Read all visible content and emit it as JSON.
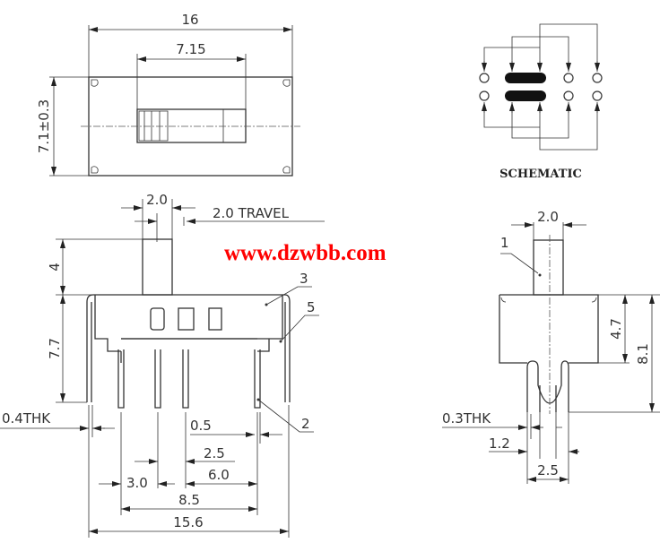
{
  "top_view": {
    "width": "16",
    "slot_width": "7.15",
    "height": "7.1±0.3"
  },
  "schematic": {
    "label": "SCHEMATIC"
  },
  "side_view": {
    "actuator_width": "2.0",
    "travel": "2.0 TRAVEL",
    "actuator_height": "4",
    "body_height": "7.7",
    "thickness": "0.4THK",
    "pin_width": "0.5",
    "pitch": "2.5",
    "offset": "3.0",
    "spacing": "6.0",
    "pin_span": "8.5",
    "overall": "15.6",
    "callouts": [
      "3",
      "5",
      "2"
    ]
  },
  "end_view": {
    "actuator_width": "2.0",
    "callout": "1",
    "body_height": "4.7",
    "overall_height": "8.1",
    "thickness": "0.3THK",
    "gap": "1.2",
    "pin_pitch": "2.5"
  },
  "watermark": "www.dzwbb.com"
}
